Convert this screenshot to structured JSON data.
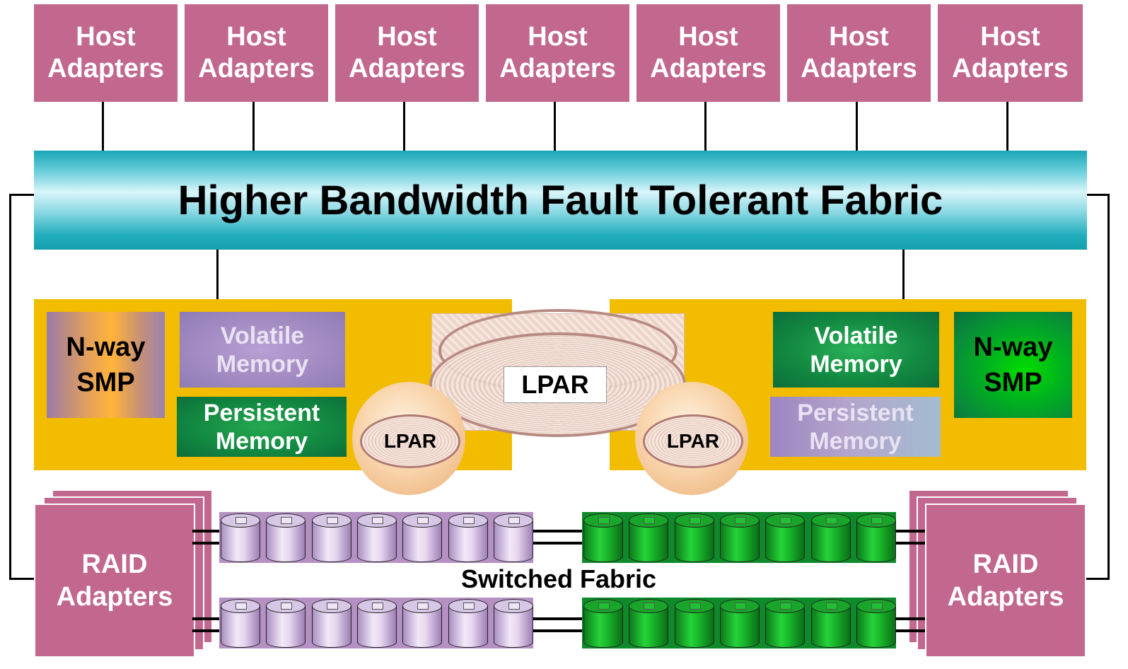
{
  "host_adapters": [
    {
      "line1": "Host",
      "line2": "Adapters"
    },
    {
      "line1": "Host",
      "line2": "Adapters"
    },
    {
      "line1": "Host",
      "line2": "Adapters"
    },
    {
      "line1": "Host",
      "line2": "Adapters"
    },
    {
      "line1": "Host",
      "line2": "Adapters"
    },
    {
      "line1": "Host",
      "line2": "Adapters"
    },
    {
      "line1": "Host",
      "line2": "Adapters"
    }
  ],
  "fabric": {
    "label": "Higher Bandwidth Fault Tolerant Fabric"
  },
  "left_node": {
    "smp": {
      "line1": "N-way",
      "line2": "SMP"
    },
    "volatile": {
      "line1": "Volatile",
      "line2": "Memory"
    },
    "persistent": {
      "line1": "Persistent",
      "line2": "Memory"
    }
  },
  "right_node": {
    "smp": {
      "line1": "N-way",
      "line2": "SMP"
    },
    "volatile": {
      "line1": "Volatile",
      "line2": "Memory"
    },
    "persistent": {
      "line1": "Persistent",
      "line2": "Memory"
    }
  },
  "lpar": {
    "center": "LPAR",
    "left": "LPAR",
    "right": "LPAR"
  },
  "raid_left": {
    "line1": "RAID",
    "line2": "Adapters"
  },
  "raid_right": {
    "line1": "RAID",
    "line2": "Adapters"
  },
  "switched_fabric": "Switched Fabric",
  "colors": {
    "adapter": "#c2678e",
    "panel": "#f2bd00",
    "fabric": "#1aa6b7",
    "disk_purple": "#d7c7e6",
    "disk_green": "#19a529"
  }
}
